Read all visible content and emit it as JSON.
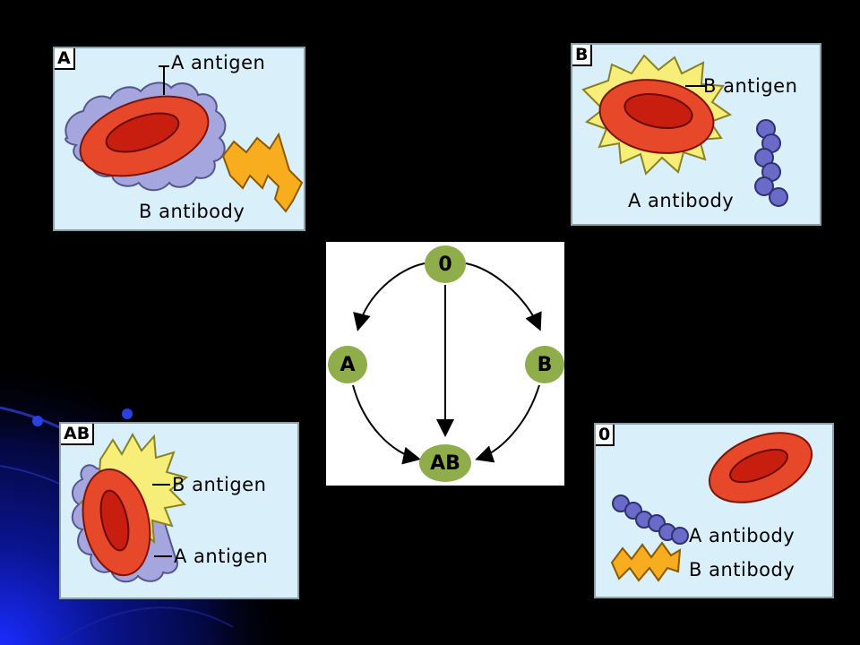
{
  "colors": {
    "panel_bg": "#d9f0fb",
    "cell_outer": "#e8482a",
    "cell_inner": "#c81e10",
    "a_antigen": "#a6a6de",
    "b_antigen": "#f7ee7a",
    "a_antibody": "#6a6ac8",
    "b_antibody": "#f7ad1e",
    "node_green": "#8fad4b"
  },
  "panels": {
    "a": {
      "tag": "A",
      "antigen_label": "A antigen",
      "antibody_label": "B antibody"
    },
    "b": {
      "tag": "B",
      "antigen_label": "B antigen",
      "antibody_label": "A antibody"
    },
    "ab": {
      "tag": "AB",
      "b_antigen_label": "B antigen",
      "a_antigen_label": "A antigen"
    },
    "o": {
      "tag": "0",
      "a_antibody_label": "A antibody",
      "b_antibody_label": "B antibody"
    }
  },
  "transfusion": {
    "nodes": {
      "top": "0",
      "left": "A",
      "right": "B",
      "bottom": "AB"
    }
  }
}
